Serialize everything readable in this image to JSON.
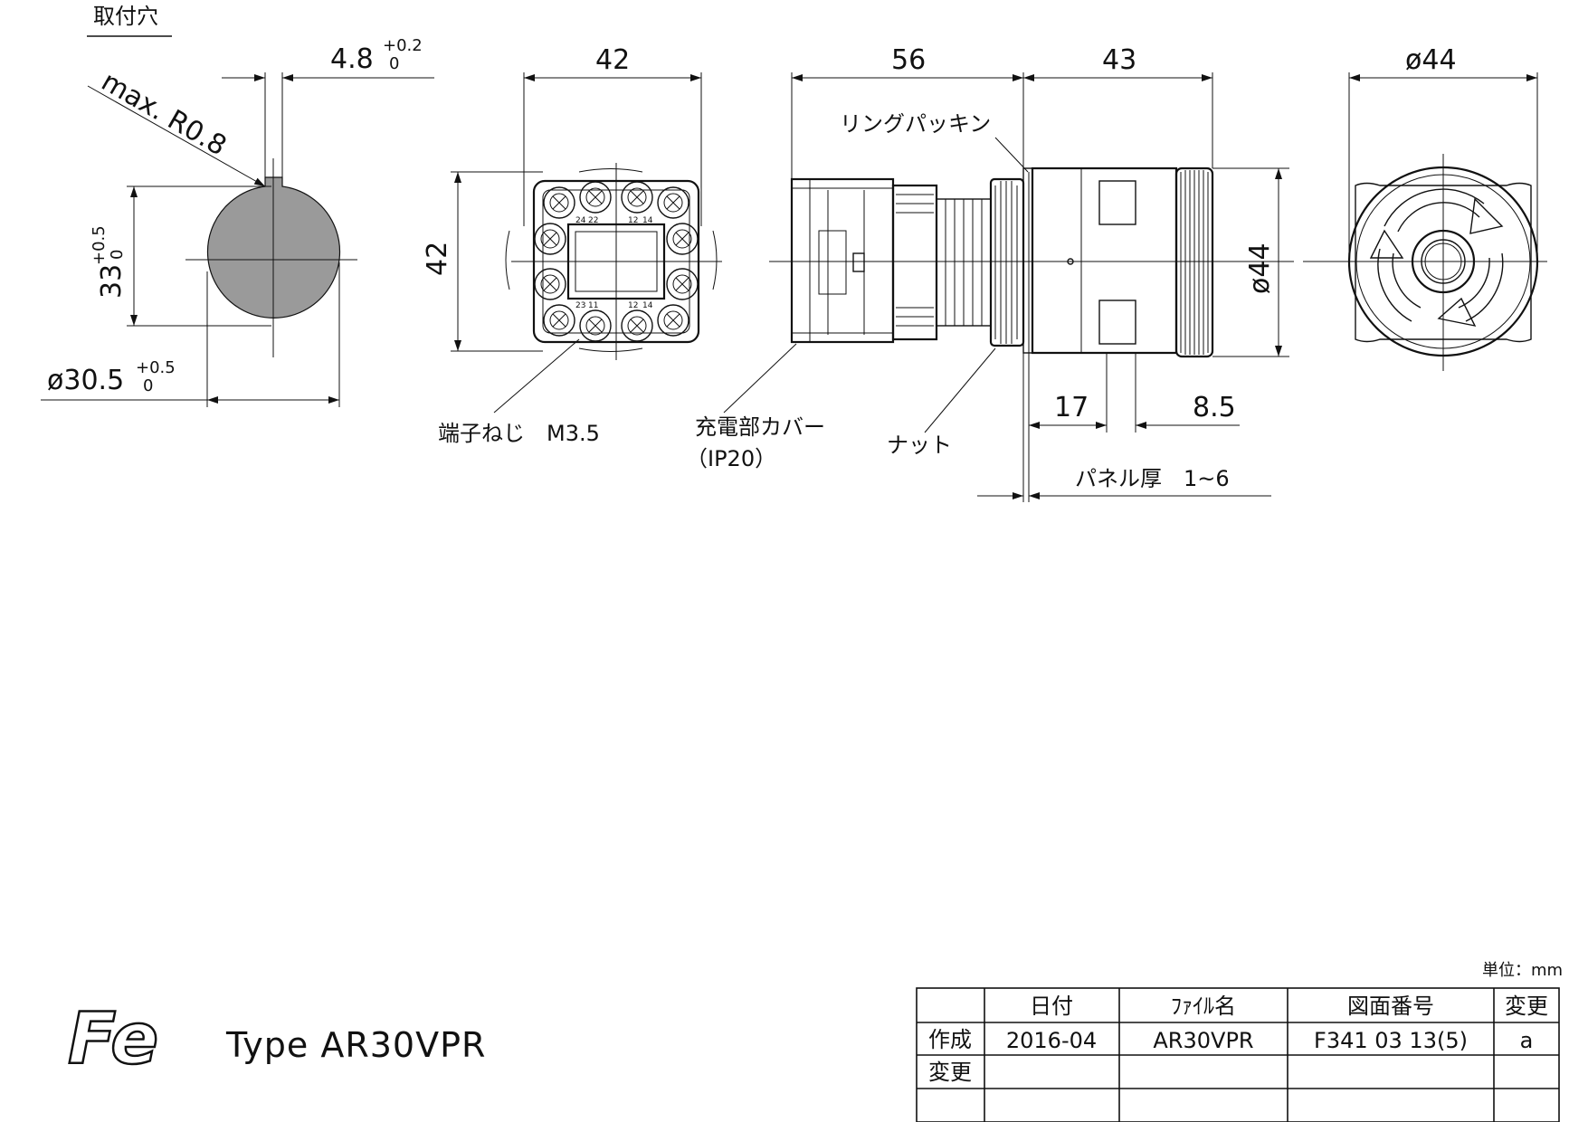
{
  "views": {
    "mounting_hole": {
      "title": "取付穴",
      "dim_keyway_width": "4.8",
      "dim_keyway_tol_upper": "+0.2",
      "dim_keyway_tol_lower": "0",
      "dim_radius_note": "max. R0.8",
      "dim_height": "33",
      "dim_height_tol_upper": "+0.5",
      "dim_height_tol_lower": "0",
      "dim_diameter": "ø30.5",
      "dim_diameter_tol_upper": "+0.5",
      "dim_diameter_tol_lower": "0"
    },
    "rear_view": {
      "dim_width": "42",
      "dim_height": "42",
      "callout_terminal": "端子ねじ　M3.5",
      "terminal_numbers": [
        "24",
        "22",
        "12",
        "14",
        "23",
        "11",
        "12",
        "14"
      ]
    },
    "side_view": {
      "dim_body_length": "56",
      "dim_front_length": "43",
      "dim_diameter": "ø44",
      "callout_ring": "リングパッキン",
      "callout_cover": "充電部カバー",
      "callout_cover_sub": "（IP20）",
      "callout_nut": "ナット",
      "dim_17": "17",
      "dim_8_5": "8.5",
      "panel_thickness": "パネル厚　1~6"
    },
    "front_view": {
      "dim_diameter": "ø44"
    }
  },
  "units_note": "単位：mm",
  "logo_text": "Fe",
  "type_label": "Type AR30VPR",
  "title_block": {
    "headers": [
      "日付",
      "ﾌｧｲﾙ名",
      "図面番号",
      "変更"
    ],
    "rows": [
      {
        "label": "作成",
        "date": "2016-04",
        "file": "AR30VPR",
        "drawing_no": "F341 03 13(5)",
        "rev": "a"
      },
      {
        "label": "変更",
        "date": "",
        "file": "",
        "drawing_no": "",
        "rev": ""
      },
      {
        "label": "",
        "date": "",
        "file": "",
        "drawing_no": "",
        "rev": ""
      }
    ]
  },
  "colors": {
    "line": "#111111",
    "shade": "#9a9a9a",
    "background": "#ffffff"
  }
}
